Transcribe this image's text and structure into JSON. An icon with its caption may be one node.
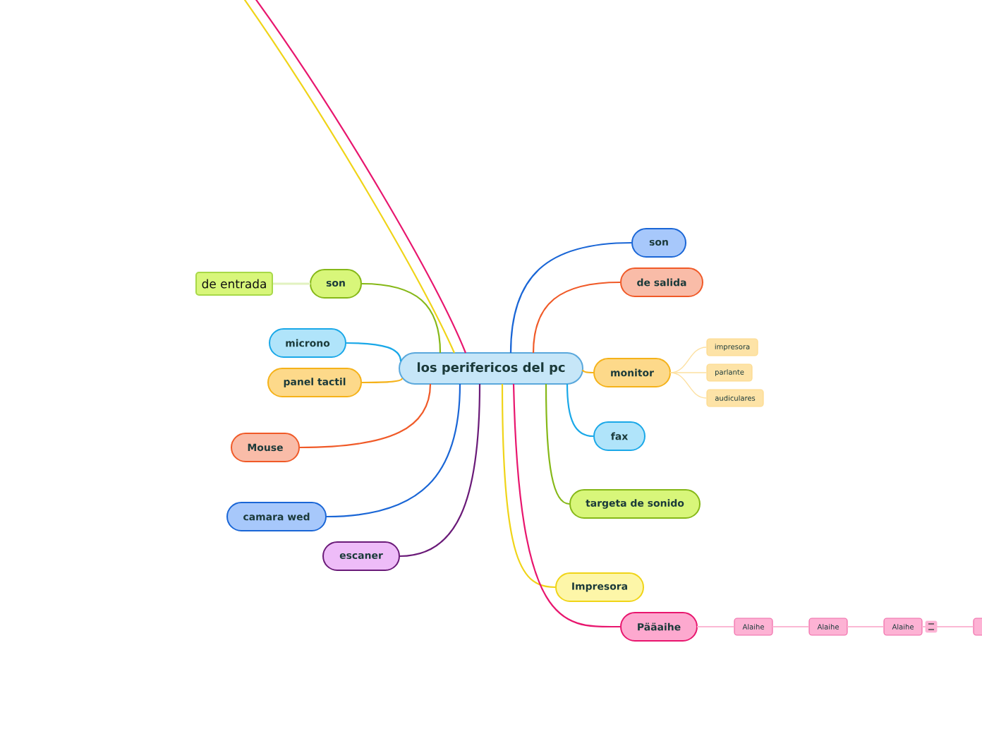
{
  "diagram": {
    "nodes": [
      {
        "text": [
          "los perifericos del pc"
        ]
      },
      {
        "text": [
          "son"
        ]
      },
      {
        "text": [
          "de salida"
        ]
      },
      {
        "text": [
          "monitor"
        ]
      },
      {
        "text": [
          "impresora"
        ]
      },
      {
        "text": [
          "parlante"
        ]
      },
      {
        "text": [
          "audiculares"
        ]
      },
      {
        "text": [
          "fax"
        ]
      },
      {
        "text": [
          "targeta de sonido"
        ]
      },
      {
        "text": [
          "Impresora"
        ]
      },
      {
        "text": [
          "Pääaihe"
        ]
      },
      {
        "text": [
          "Alaihe"
        ]
      },
      {
        "text": [
          "Alaihe"
        ]
      },
      {
        "text": [
          "Alaihe"
        ]
      },
      {
        "text": [],
        "shape": "box"
      },
      {
        "text": [
          "son"
        ]
      },
      {
        "text": [
          "de entrada"
        ]
      },
      {
        "text": [
          "microno"
        ]
      },
      {
        "text": [
          "panel tactil"
        ]
      },
      {
        "text": [
          "Mouse"
        ]
      },
      {
        "text": [
          "camara wed"
        ]
      },
      {
        "text": [
          "escaner"
        ]
      }
    ],
    "edges": [
      {
        "from": 0,
        "to": 1,
        "arrow": "none",
        "color": "#1a66d6"
      },
      {
        "from": 0,
        "to": 2,
        "arrow": "none",
        "color": "#f05a28"
      },
      {
        "from": 0,
        "to": 3,
        "arrow": "none",
        "color": "#f5b21a"
      },
      {
        "from": 3,
        "to": 4,
        "arrow": "none",
        "color": "#fde0a0"
      },
      {
        "from": 3,
        "to": 5,
        "arrow": "none",
        "color": "#fde0a0"
      },
      {
        "from": 3,
        "to": 6,
        "arrow": "none",
        "color": "#fde0a0"
      },
      {
        "from": 0,
        "to": 7,
        "arrow": "none",
        "color": "#1aa8e8"
      },
      {
        "from": 0,
        "to": 8,
        "arrow": "none",
        "color": "#86b818"
      },
      {
        "from": 0,
        "to": 9,
        "arrow": "none",
        "color": "#f0d418"
      },
      {
        "from": 0,
        "to": 10,
        "arrow": "none",
        "color": "#e8166e"
      },
      {
        "from": 10,
        "to": 11,
        "arrow": "none",
        "color": "#fbb8d4"
      },
      {
        "from": 11,
        "to": 12,
        "arrow": "none",
        "color": "#fbb8d4"
      },
      {
        "from": 12,
        "to": 13,
        "arrow": "none",
        "color": "#fbb8d4"
      },
      {
        "from": 13,
        "to": 14,
        "arrow": "none",
        "color": "#fbb8d4"
      },
      {
        "from": 0,
        "to": 15,
        "arrow": "none",
        "color": "#86b818"
      },
      {
        "from": 15,
        "to": 16,
        "arrow": "none",
        "color": "#e2f2c0"
      },
      {
        "from": 0,
        "to": 17,
        "arrow": "none",
        "color": "#1aa8e8"
      },
      {
        "from": 0,
        "to": 18,
        "arrow": "none",
        "color": "#f5b21a"
      },
      {
        "from": 0,
        "to": 19,
        "arrow": "none",
        "color": "#f05a28"
      },
      {
        "from": 0,
        "to": 20,
        "arrow": "none",
        "color": "#1a66d6"
      },
      {
        "from": 0,
        "to": 21,
        "arrow": "none",
        "color": "#6a1a78"
      },
      {
        "from": 0,
        "to": null,
        "arrow": "none",
        "color": "#f0d418"
      },
      {
        "from": 0,
        "to": null,
        "arrow": "none",
        "color": "#e8166e"
      }
    ]
  }
}
